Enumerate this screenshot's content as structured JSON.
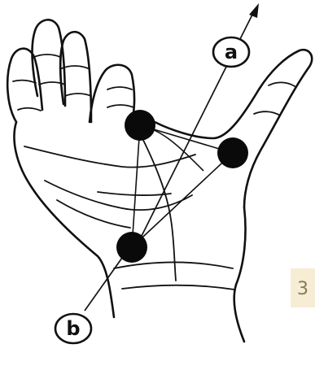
{
  "figure": {
    "labels": {
      "a": "a",
      "b": "b"
    },
    "margin_fragment": "3",
    "colors": {
      "ink": "#111111",
      "background": "#ffffff",
      "margin_tab": "#f6edd4"
    }
  }
}
